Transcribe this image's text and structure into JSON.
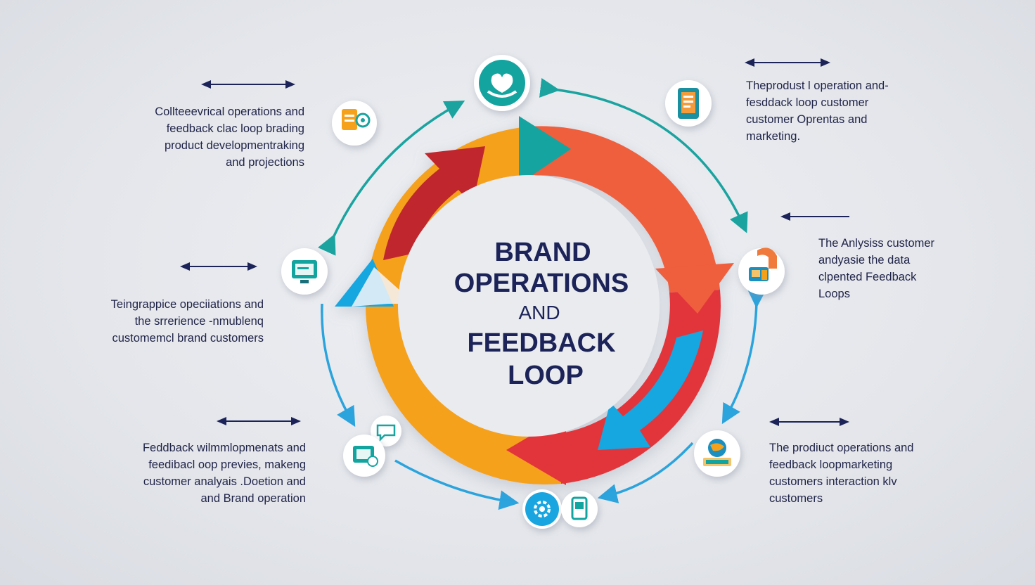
{
  "title": {
    "line1": "BRAND",
    "line2": "OPERATIONS",
    "line3": "AND",
    "line4": "FEEDBACK",
    "line5": "LOOP"
  },
  "callouts": [
    {
      "id": "top-left",
      "lines": [
        "Collteeevrical operations and",
        "feedback clac loop brading",
        "product developmentraking",
        "and projections"
      ]
    },
    {
      "id": "middle-left",
      "lines": [
        "Teingrappice opeciiations and",
        "the srrerience -nmublenq",
        "customemcl brand customers"
      ]
    },
    {
      "id": "bottom-left",
      "lines": [
        "Feddback wilmmlopmenats and",
        "feedibacl oop previes, makeng",
        "customer analyais .Doetion and",
        "and Brand operation"
      ]
    },
    {
      "id": "top-right",
      "lines": [
        "Theprodust l operation and-",
        "fesddack loop customer",
        "customer Oprentas and",
        "marketing."
      ]
    },
    {
      "id": "middle-right",
      "lines": [
        "The Anlysiss customer",
        "andyasie the data",
        "clpented Feedback",
        "Loops"
      ]
    },
    {
      "id": "bottom-right",
      "lines": [
        "The prodiuct operations and",
        "feedback loopmarketing",
        "customers interaction klv",
        "customers"
      ]
    }
  ],
  "icons": [
    {
      "name": "brand-heart-icon"
    },
    {
      "name": "document-tablet-icon"
    },
    {
      "name": "lab-person-icon"
    },
    {
      "name": "globe-computer-icon"
    },
    {
      "name": "support-phone-icon"
    },
    {
      "name": "gear-badge-icon"
    },
    {
      "name": "chat-badge-icon"
    },
    {
      "name": "monitor-icon"
    },
    {
      "name": "settings-chart-icon"
    }
  ],
  "colors": {
    "orange": "#f5a11c",
    "coral": "#ef5e3c",
    "red": "#e2343a",
    "dark_red": "#c0262e",
    "teal": "#14a4a0",
    "blue": "#19a6e0",
    "navy": "#1b2358",
    "connector_teal": "#1aa39f",
    "connector_blue": "#2ba3dc"
  }
}
